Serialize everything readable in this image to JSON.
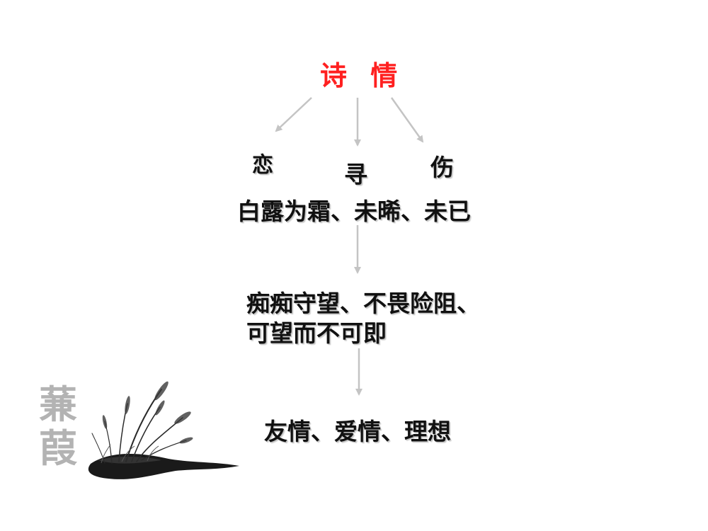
{
  "title": "诗 情",
  "branches": [
    "恋",
    "寻",
    "伤"
  ],
  "line1": "白露为霜、未晞、未已",
  "line2a": "痴痴守望、不畏险阻、",
  "line2b": "可望而不可即",
  "line3": "友情、爱情、理想",
  "brand": [
    "蒹",
    "葭"
  ],
  "colors": {
    "title": "#ff2020",
    "arrow": "#c4c4c4",
    "brand": "#b3b3b3",
    "ink": "#1a1a1a"
  }
}
